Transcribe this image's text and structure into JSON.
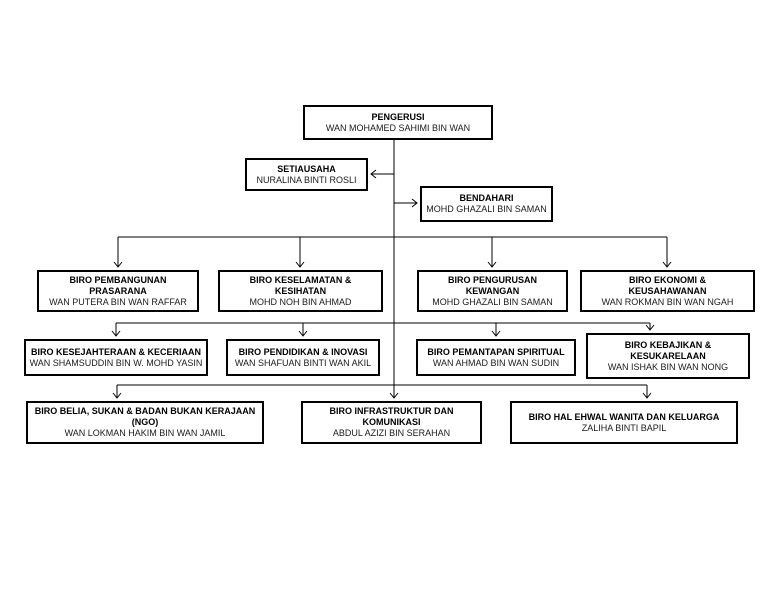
{
  "diagram": {
    "type": "org-chart",
    "background": "#ffffff",
    "line_color": "#000000",
    "border_color": "#000000",
    "text_color": "#000000"
  },
  "nodes": {
    "pengerusi": {
      "title": "PENGERUSI",
      "name": "WAN MOHAMED SAHIMI BIN WAN"
    },
    "setiausaha": {
      "title": "SETIAUSAHA",
      "name": "NURALINA BINTI ROSLI"
    },
    "bendahari": {
      "title": "BENDAHARI",
      "name": "MOHD GHAZALI BIN SAMAN"
    },
    "pembangunan": {
      "title": "BIRO PEMBANGUNAN",
      "title2": "PRASARANA",
      "name": "WAN PUTERA BIN WAN RAFFAR"
    },
    "keselamatan": {
      "title": "BIRO KESELAMATAN &",
      "title2": "KESIHATAN",
      "name": "MOHD NOH BIN AHMAD"
    },
    "pengurusan": {
      "title": "BIRO PENGURUSAN",
      "title2": "KEWANGAN",
      "name": "MOHD GHAZALI BIN SAMAN"
    },
    "ekonomi": {
      "title": "BIRO EKONOMI &",
      "title2": "KEUSAHAWANAN",
      "name": "WAN ROKMAN BIN WAN NGAH"
    },
    "kesejahteraan": {
      "title": "BIRO KESEJAHTERAAN & KECERIAAN",
      "name": "WAN SHAMSUDDIN BIN W. MOHD YASIN"
    },
    "pendidikan": {
      "title": "BIRO PENDIDIKAN & INOVASI",
      "name": "WAN SHAFUAN BINTI WAN AKIL"
    },
    "pemantapan": {
      "title": "BIRO PEMANTAPAN SPIRITUAL",
      "name": "WAN AHMAD BIN WAN SUDIN"
    },
    "kebajikan": {
      "title": "BIRO KEBAJIKAN &",
      "title2": "KESUKARELAAN",
      "name": "WAN ISHAK BIN WAN NONG"
    },
    "belia": {
      "title": "BIRO BELIA, SUKAN  & BADAN BUKAN KERAJAAN",
      "title2": "(NGO)",
      "name": "WAN LOKMAN HAKIM BIN WAN JAMIL"
    },
    "infrastruktur": {
      "title": "BIRO INFRASTRUKTUR DAN",
      "title2": "KOMUNIKASI",
      "name": "ABDUL AZIZI BIN SERAHAN"
    },
    "wanita": {
      "title": "BIRO HAL EHWAL WANITA DAN KELUARGA",
      "name": "ZALIHA BINTI BAPIL"
    }
  },
  "edges": [
    {
      "from": "pengerusi",
      "to": "setiausaha"
    },
    {
      "from": "pengerusi",
      "to": "bendahari"
    },
    {
      "from": "pengerusi",
      "to": "pembangunan"
    },
    {
      "from": "pengerusi",
      "to": "keselamatan"
    },
    {
      "from": "pengerusi",
      "to": "pengurusan"
    },
    {
      "from": "pengerusi",
      "to": "ekonomi"
    },
    {
      "from": "pengerusi",
      "to": "kesejahteraan"
    },
    {
      "from": "pengerusi",
      "to": "pendidikan"
    },
    {
      "from": "pengerusi",
      "to": "pemantapan"
    },
    {
      "from": "pengerusi",
      "to": "kebajikan"
    },
    {
      "from": "pengerusi",
      "to": "belia"
    },
    {
      "from": "pengerusi",
      "to": "infrastruktur"
    },
    {
      "from": "pengerusi",
      "to": "wanita"
    }
  ]
}
